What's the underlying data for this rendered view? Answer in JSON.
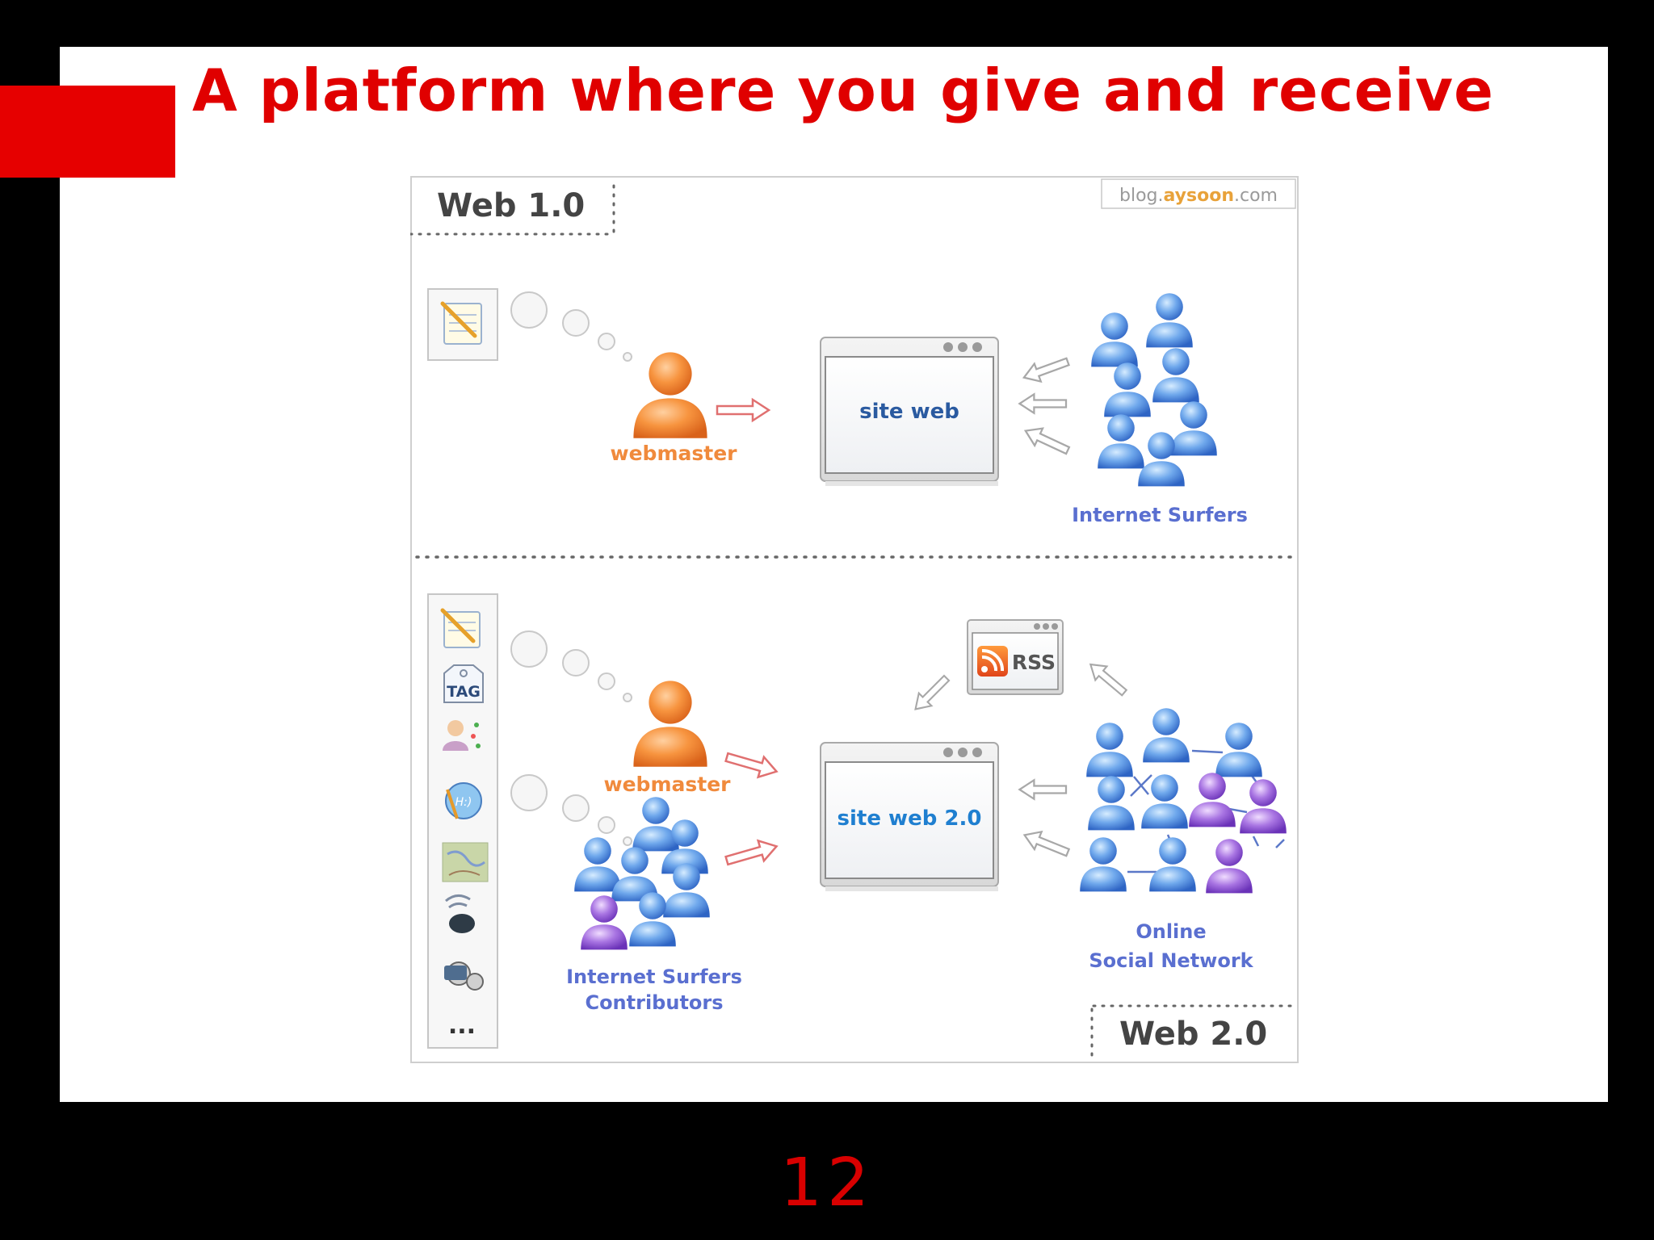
{
  "slide": {
    "title": "A platform where you give and receive",
    "page_number": "12"
  },
  "diagram": {
    "credit": {
      "prefix": "blog.",
      "brand": "aysoon",
      "suffix": ".com"
    },
    "web1": {
      "heading": "Web 1.0",
      "webmaster_label": "webmaster",
      "site_label": "site web",
      "surfers_label": "Internet Surfers"
    },
    "web2": {
      "heading": "Web 2.0",
      "webmaster_label": "webmaster",
      "site_label": "site web 2.0",
      "rss_label": "RSS",
      "contributors_label_line1": "Internet Surfers",
      "contributors_label_line2": "Contributors",
      "network_label_line1": "Online",
      "network_label_line2": "Social Network",
      "tool_tag_label": "TAG",
      "tool_more_label": "..."
    },
    "colors": {
      "title_red": "#e00000",
      "webmaster_orange": "#f08a3c",
      "surfer_blue": "#5b8fe0",
      "surfer_purple": "#9a66d6",
      "label_blue": "#5a6fd0",
      "site_text_blue": "#2a5aa0"
    }
  }
}
